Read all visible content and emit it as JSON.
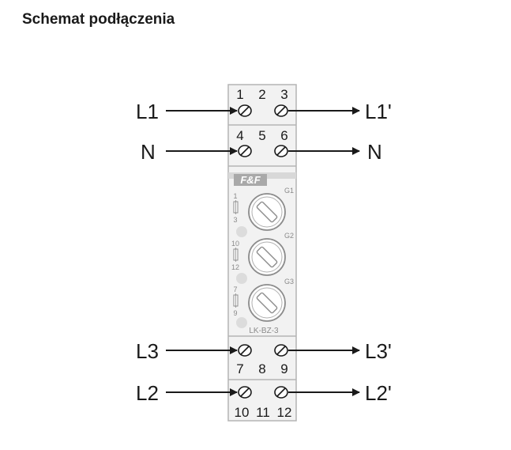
{
  "title": "Schemat podłączenia",
  "device": {
    "brand": "F&F",
    "model": "LK-BZ-3"
  },
  "terminals": {
    "top1": [
      "1",
      "2",
      "3"
    ],
    "top2": [
      "4",
      "5",
      "6"
    ],
    "bottom1": [
      "7",
      "8",
      "9"
    ],
    "bottom2": [
      "10",
      "11",
      "12"
    ]
  },
  "connections": {
    "L1_in": "L1",
    "L1_out": "L1'",
    "N_in": "N",
    "N_out": "N",
    "L3_in": "L3",
    "L3_out": "L3'",
    "L2_in": "L2",
    "L2_out": "L2'"
  },
  "groups": {
    "g1": {
      "label": "G1",
      "top": "1",
      "bottom": "3"
    },
    "g2": {
      "label": "G2",
      "top": "10",
      "bottom": "12"
    },
    "g3": {
      "label": "G3",
      "top": "7",
      "bottom": "9"
    }
  }
}
